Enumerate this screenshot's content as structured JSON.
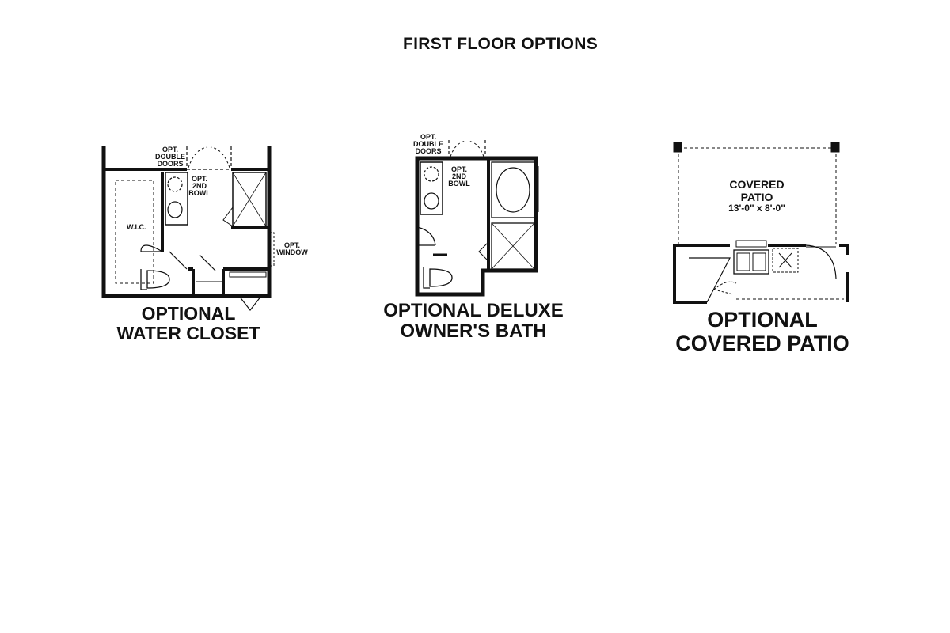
{
  "title": "FIRST FLOOR OPTIONS",
  "options": [
    {
      "caption_lines": [
        "OPTIONAL",
        "WATER CLOSET"
      ],
      "labels": {
        "double_doors": [
          "OPT.",
          "DOUBLE",
          "DOORS"
        ],
        "second_bowl": [
          "OPT.",
          "2ND",
          "BOWL"
        ],
        "wic": "W.I.C.",
        "window": [
          "OPT.",
          "WINDOW"
        ]
      }
    },
    {
      "caption_lines": [
        "OPTIONAL DELUXE",
        "OWNER'S BATH"
      ],
      "labels": {
        "double_doors": [
          "OPT.",
          "DOUBLE",
          "DOORS"
        ],
        "second_bowl": [
          "OPT.",
          "2ND",
          "BOWL"
        ]
      }
    },
    {
      "caption_lines": [
        "OPTIONAL",
        "COVERED PATIO"
      ],
      "labels": {
        "room_name": [
          "COVERED",
          "PATIO"
        ],
        "dimensions": "13'-0\" x 8'-0\""
      }
    }
  ]
}
